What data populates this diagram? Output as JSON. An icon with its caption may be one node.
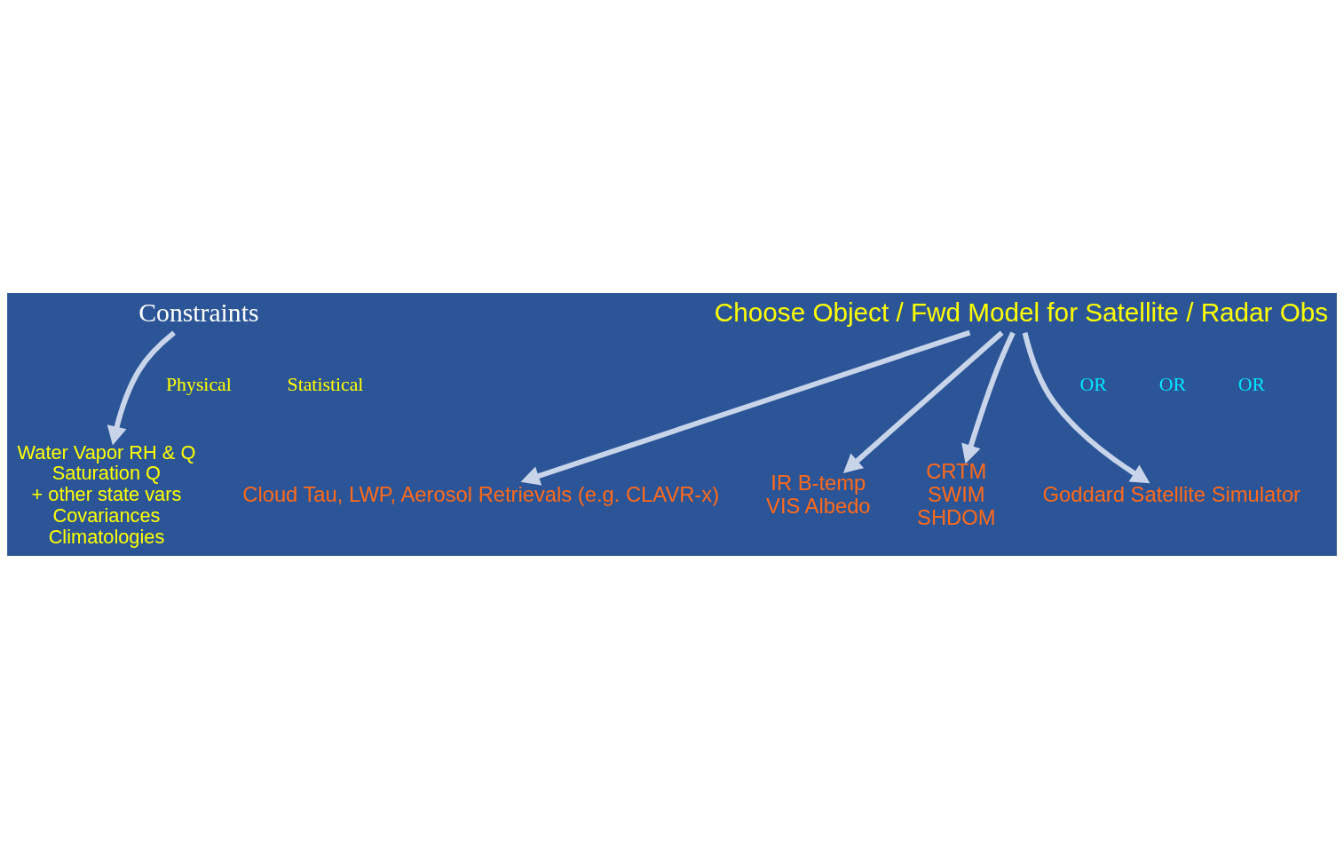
{
  "diagram": {
    "nodes": [
      {
        "text": [
          "Constraints"
        ]
      },
      {
        "text": [
          "Water Vapor RH & Q",
          "Saturation Q",
          "+ other state vars",
          "Covariances",
          "Climatologies"
        ]
      },
      {
        "text": [
          "Choose Object / Fwd Model for Satellite / Radar Obs"
        ]
      },
      {
        "text": [
          "Cloud Tau, LWP, Aerosol Retrievals (e.g. CLAVR-x)"
        ]
      },
      {
        "text": [
          "IR B-temp",
          "VIS Albedo"
        ]
      },
      {
        "text": [
          "CRTM",
          "SWIM",
          "SHDOM"
        ]
      },
      {
        "text": [
          "Goddard Satellite Simulator"
        ]
      }
    ],
    "edges": [
      {
        "from": 0,
        "to": 1,
        "arrow": "to"
      },
      {
        "from": 2,
        "to": 3,
        "arrow": "to"
      },
      {
        "from": 2,
        "to": 4,
        "arrow": "to"
      },
      {
        "from": 2,
        "to": 5,
        "arrow": "to"
      },
      {
        "from": 2,
        "to": 6,
        "arrow": "to"
      }
    ],
    "labels": [
      "Physical",
      "Statistical",
      "OR",
      "OR",
      "OR"
    ]
  }
}
